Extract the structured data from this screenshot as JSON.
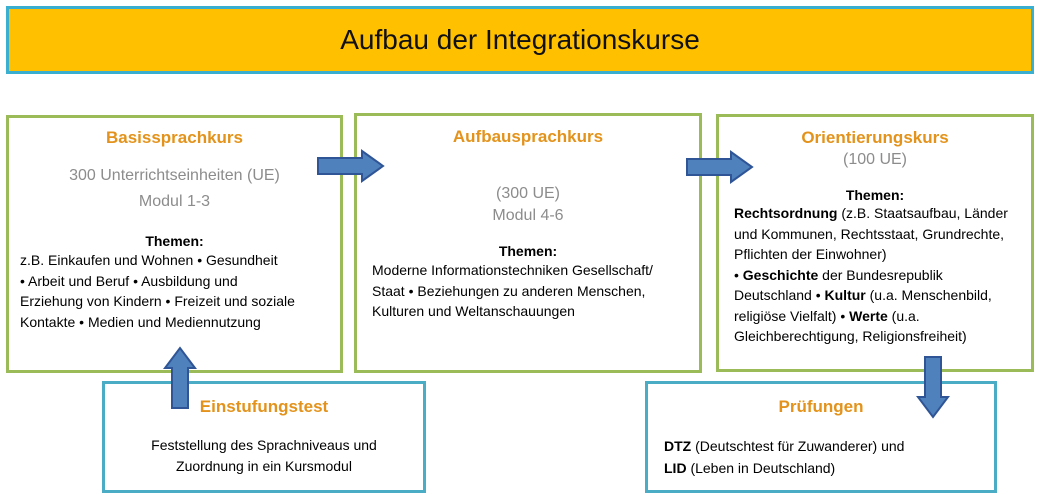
{
  "title": "Aufbau der Integrationskurse",
  "basis": {
    "title": "Basissprachkurs",
    "line1": "300 Unterrichtseinheiten (UE)",
    "line2": "Modul 1-3",
    "themes_label": "Themen:",
    "text1": "z.B. Einkaufen und Wohnen • Gesundheit",
    "text2": "• Arbeit und Beruf • Ausbildung und",
    "text3": "Erziehung von Kindern • Freizeit und soziale",
    "text4": "Kontakte • Medien und Mediennutzung"
  },
  "aufbau": {
    "title": "Aufbausprachkurs",
    "line1": "(300 UE)",
    "line2": "Modul 4-6",
    "themes_label": "Themen:",
    "text1": "Moderne Informationstechniken Gesellschaft/",
    "text2": "Staat • Beziehungen zu anderen Menschen,",
    "text3": "Kulturen und Weltanschauungen"
  },
  "orient": {
    "title": "Orientierungskurs",
    "line1": "(100 UE)",
    "themes_label": "Themen:",
    "b1": "Rechtsordnung",
    "t1": " (z.B. Staatsaufbau, Länder",
    "t2": "und Kommunen, Rechtsstaat, Grundrechte,",
    "t3": "Pflichten der Einwohner)",
    "t4a": "• ",
    "b2": "Geschichte",
    "t4b": " der Bundesrepublik",
    "t5a": "Deutschland • ",
    "b3": "Kultur",
    "t5b": " (u.a. Menschenbild,",
    "t6a": "religiöse Vielfalt) • ",
    "b4": "Werte",
    "t6b": " (u.a.",
    "t7": "Gleichberechtigung, Religionsfreiheit)"
  },
  "einstufung": {
    "title": "Einstufungstest",
    "text1": "Feststellung des Sprachniveaus und",
    "text2": "Zuordnung in ein Kursmodul"
  },
  "pruefung": {
    "title": "Prüfungen",
    "b1": "DTZ",
    "t1": " (Deutschtest für Zuwanderer) und",
    "b2": "LID",
    "t2": " (Leben in Deutschland)"
  },
  "colors": {
    "banner": "#FFC000",
    "banner_border": "#3AAFD0",
    "box_green": "#9BBB59",
    "box_blue": "#4BACC6",
    "title_orange": "#E3931B",
    "arrow_fill": "#4F81BD",
    "arrow_stroke": "#2F5597"
  }
}
